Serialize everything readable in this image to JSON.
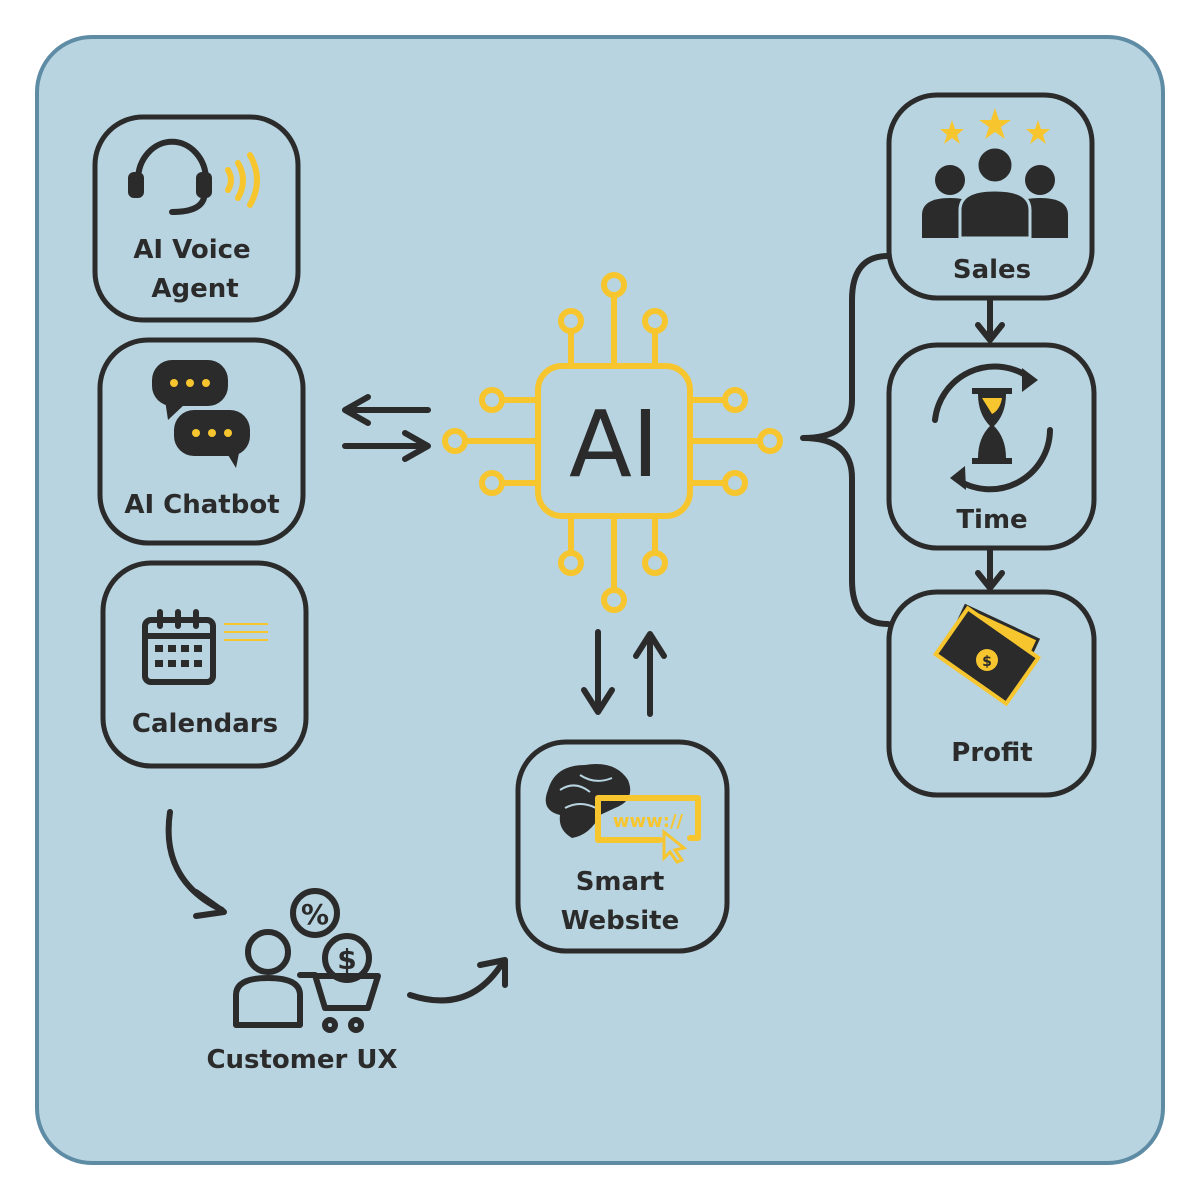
{
  "title": "AI",
  "colors": {
    "panel": "#b8d4e0",
    "panel_border": "#5f8ca5",
    "ink": "#2b2b2b",
    "accent": "#f7c62f"
  },
  "inputs": [
    {
      "label_lines": [
        "AI Voice",
        "Agent"
      ],
      "icon": "headset-icon"
    },
    {
      "label_lines": [
        "AI Chatbot"
      ],
      "icon": "chat-bubbles-icon"
    },
    {
      "label_lines": [
        "Calendars"
      ],
      "icon": "calendar-icon"
    }
  ],
  "customer": {
    "label": "Customer UX",
    "icon": "customer-shopping-icon"
  },
  "website": {
    "label_lines": [
      "Smart",
      "Website"
    ],
    "url_text": "www://",
    "icon": "brain-web-icon"
  },
  "outcomes": [
    {
      "label": "Sales",
      "icon": "team-stars-icon"
    },
    {
      "label": "Time",
      "icon": "hourglass-icon"
    },
    {
      "label": "Profit",
      "icon": "money-icon"
    }
  ]
}
